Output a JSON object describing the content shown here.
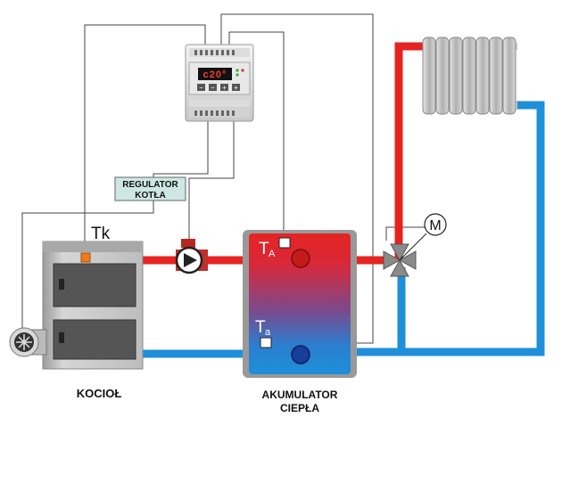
{
  "controller": {
    "display_value": "c20°",
    "buttons": [
      "−",
      "−",
      "+",
      "+"
    ]
  },
  "regulator": {
    "line1": "REGULATOR",
    "line2": "KOTŁA"
  },
  "boiler": {
    "label": "KOCIOŁ",
    "sensor_label": "Tk"
  },
  "accumulator": {
    "line1": "AKUMULATOR",
    "line2": "CIEPŁA",
    "sensor_top_label": "T",
    "sensor_top_sub": "A",
    "sensor_bottom_label": "T",
    "sensor_bottom_sub": "a"
  },
  "mixing_valve": {
    "motor_label": "M"
  },
  "colors": {
    "hot": "#e52421",
    "cold": "#1e8fd8",
    "boiler_body": "#c9c9c9",
    "regulator_bg": "#cfe7e3",
    "sensor": "#f07a1a"
  }
}
